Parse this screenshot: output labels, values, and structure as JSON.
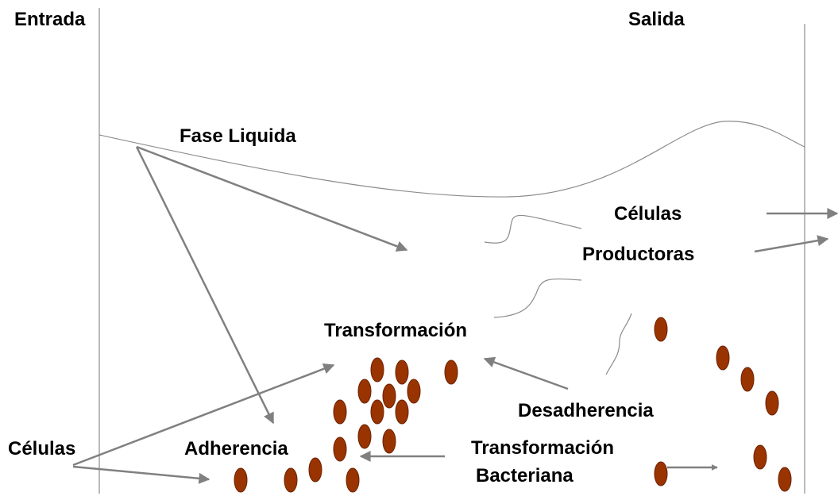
{
  "labels": {
    "entrada": "Entrada",
    "salida": "Salida",
    "fase_liquida": "Fase Liquida",
    "celulas_productoras_line1": "Células",
    "celulas_productoras_line2": "Productoras",
    "transformacion": "Transformación",
    "desadherencia": "Desadherencia",
    "celulas": "Células",
    "adherencia": "Adherencia",
    "transformacion_bacteriana_line1": "Transformación",
    "transformacion_bacteriana_line2": "Bacteriana"
  },
  "colors": {
    "cell_fill": "#993300",
    "cell_stroke": "#6b2200",
    "arrow": "#808080",
    "line": "#8c8c8c"
  },
  "icons": {
    "cell": "bacterial-cell-icon",
    "arrow": "arrow-icon"
  }
}
